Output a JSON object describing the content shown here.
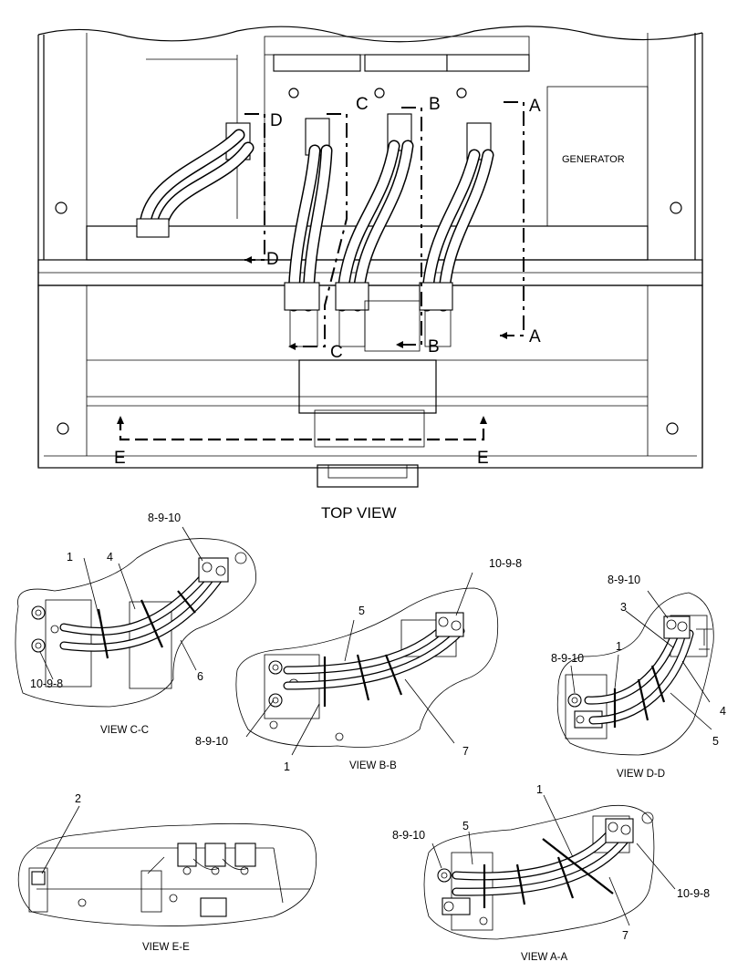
{
  "top_view": {
    "title": "TOP VIEW",
    "generator_label": "GENERATOR",
    "section_markers": {
      "a_top": "A",
      "a_bottom": "A",
      "b_top": "B",
      "b_bottom": "B",
      "c_top": "C",
      "c_bottom": "C",
      "d_top": "D",
      "d_bottom": "D",
      "e_left": "E",
      "e_right": "E"
    }
  },
  "views": {
    "c_c": {
      "caption": "VIEW C-C",
      "callouts": [
        "8-9-10",
        "1",
        "4",
        "10-9-8",
        "6"
      ]
    },
    "b_b": {
      "caption": "VIEW B-B",
      "callouts": [
        "10-9-8",
        "5",
        "8-9-10",
        "7",
        "1"
      ]
    },
    "d_d": {
      "caption": "VIEW D-D",
      "callouts": [
        "8-9-10",
        "3",
        "1",
        "8-9-10",
        "4",
        "5"
      ]
    },
    "e_e": {
      "caption": "VIEW E-E",
      "callouts": [
        "2"
      ]
    },
    "a_a": {
      "caption": "VIEW A-A",
      "callouts": [
        "1",
        "8-9-10",
        "5",
        "10-9-8",
        "7"
      ]
    }
  }
}
